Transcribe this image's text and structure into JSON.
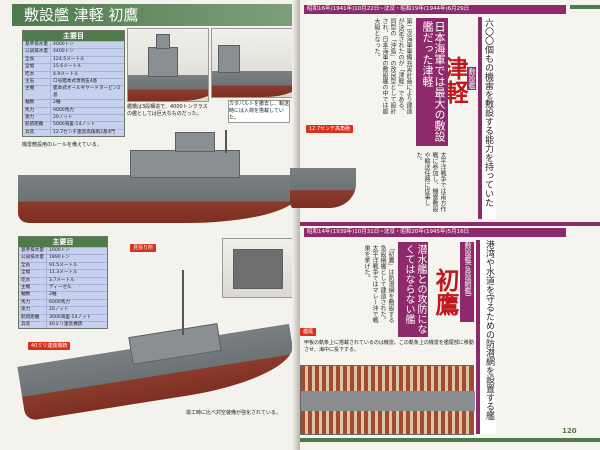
{
  "left_page": {
    "header": "敷設艦 津軽 初鷹",
    "specs_tsugaru": {
      "title": "主要目",
      "rows": [
        [
          "基準排水量",
          "4000トン"
        ],
        [
          "公試排水量",
          "4400トン"
        ],
        [
          "全長",
          "124.5メートル"
        ],
        [
          "全幅",
          "15.6メートル"
        ],
        [
          "吃水",
          "4.9メートル"
        ],
        [
          "主缶",
          "ロ号艦本式専焼缶4基"
        ],
        [
          "主機",
          "艦本式オールギヤードタービン2基"
        ],
        [
          "軸数",
          "2軸"
        ],
        [
          "馬力",
          "9000馬力"
        ],
        [
          "速力",
          "20ノット"
        ],
        [
          "航続距離",
          "5000海里-14ノット"
        ],
        [
          "兵装",
          "12.7センチ連装高角砲2基4門"
        ]
      ]
    },
    "caption_bridge": "艦橋は3段構造で、4000トンクラスの艦としては巨大なものだった。",
    "caption_catapult": "カタパルトを撤去し、輸送時には入荷を搭載していた。",
    "caption_mines": "機雷敷設用のレールを備えている。",
    "specs_hatsutaka": {
      "title": "主要目",
      "rows": [
        [
          "基準排水量",
          "1600トン"
        ],
        [
          "公試排水量",
          "1890トン"
        ],
        [
          "全長",
          "91.5メートル"
        ],
        [
          "全幅",
          "11.3メートル"
        ],
        [
          "吃水",
          "3.7メートル"
        ],
        [
          "主機",
          "ディーゼル"
        ],
        [
          "軸数",
          "2軸"
        ],
        [
          "馬力",
          "6000馬力"
        ],
        [
          "速力",
          "20ノット"
        ],
        [
          "航続距離",
          "3000海里-14ノット"
        ],
        [
          "兵装",
          "40ミリ連装機銃"
        ]
      ]
    },
    "tag_lookout": "見張り所",
    "tag_40mm": "40ミリ連装機銃",
    "caption_hatsutaka": "竣工時に比べ対空装備が強化されている。"
  },
  "right_page": {
    "tsugaru": {
      "date": "昭和16年(1941年)10月22日~沈没・昭和19年(1944年)6月29日",
      "type": "敷設艦",
      "name": "津軽",
      "subtitle": "日本海軍では最大の敷設艦だった津軽",
      "headline": "六〇〇個もの機雷を敷設する能力を持っていた",
      "body": "第二次海軍軍備充実計画により建造が決定されたのが「津軽」である。同型の「沖島」の改良型として設計され、日本海軍の敷設艦の中では最大級となった。",
      "body2": "太平洋戦争では南方作戦に参加し、機雷敷設や輸送任務に従事した。",
      "tag_gun": "12.7センチ高角砲"
    },
    "hatsutaka": {
      "date": "昭和14年(1939年)10月31日~沈没・昭和20年(1945年)5月16日",
      "type": "敷設艦(急設網艦)",
      "name": "初鷹",
      "subtitle": "潜水艦との攻防になくてはならない艦",
      "headline": "港湾や水道を守るための防潜網を設置する艦",
      "body": "「初鷹」は防潜網を敷設する急設網艦として建造された。太平洋戦争ではマレー沖で戦果を挙げた。",
      "tag_stern": "艦尾",
      "caption_deck": "甲板の軌条上に搭載されているのは機雷。この軌条上の機雷を艦尾部に移動させ、海中に投下する。"
    },
    "page_number": "120"
  }
}
